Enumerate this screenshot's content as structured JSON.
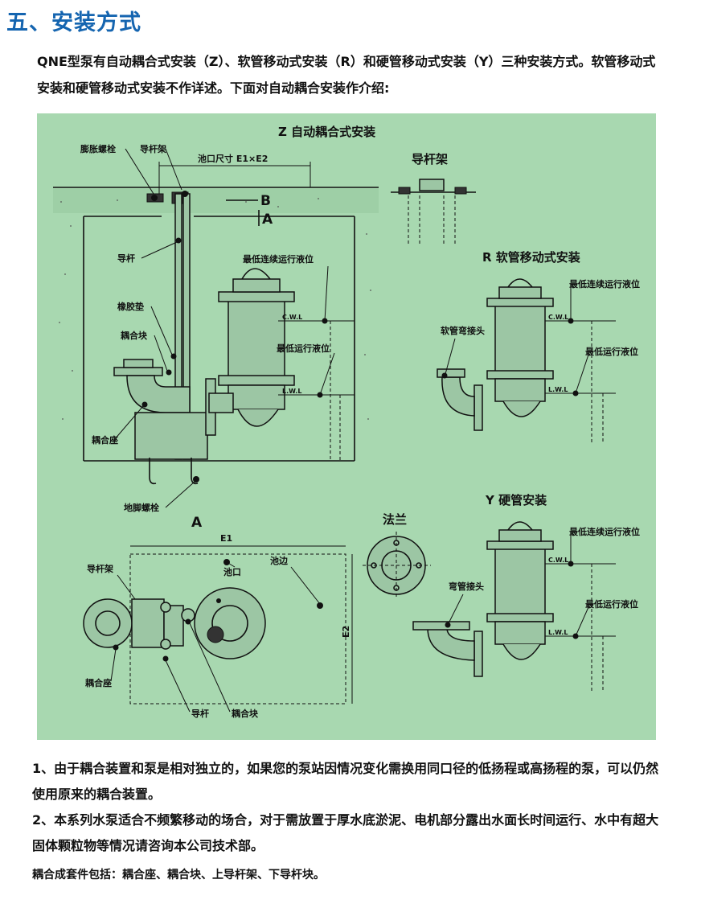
{
  "title": "五、安装方式",
  "intro": "QNE型泵有自动耦合式安装（Z）、软管移动式安装（R）和硬管移动式安装（Y）三种安装方式。软管移动式安装和硬管移动式安装不作详述。下面对自动耦合安装作介绍:",
  "diagram": {
    "z_title": "Z  自动耦合式安装",
    "guide_bracket_title": "导杆架",
    "r_title": "R  软管移动式安装",
    "y_title": "Y  硬管安装",
    "flange_title": "法兰",
    "view_a": "A",
    "section_b": "B",
    "section_a": "A",
    "labels": {
      "expansion_bolt": "膨胀螺栓",
      "guide_frame": "导杆架",
      "pit_size": "池口尺寸 E1×E2",
      "guide_rod": "导杆",
      "rubber_pad": "橡胶垫",
      "coupling_block": "耦合块",
      "coupling_seat": "耦合座",
      "anchor_bolt": "地脚螺栓",
      "min_continuous_level": "最低连续运行液位",
      "min_level": "最低运行液位",
      "cwl": "C.W.L",
      "lwl": "L.W.L",
      "hose_elbow": "软管弯接头",
      "pipe_elbow": "弯管接头",
      "e1": "E1",
      "e2": "E2",
      "pit_mouth": "池口",
      "pit_edge": "池边"
    }
  },
  "notes": {
    "note1": "1、由于耦合装置和泵是相对独立的，如果您的泵站因情况变化需换用同口径的低扬程或高扬程的泵，可以仍然使用原来的耦合装置。",
    "note2": "2、本系列水泵适合不频繁移动的场合，对于需放置于厚水底淤泥、电机部分露出水面长时间运行、水中有超大固体颗粒物等情况请咨询本公司技术部。",
    "note3": "耦合成套件包括：耦合座、耦合块、上导杆架、下导杆块。"
  },
  "colors": {
    "title": "#1565b0",
    "diagram_bg": "#a8d8b0"
  }
}
